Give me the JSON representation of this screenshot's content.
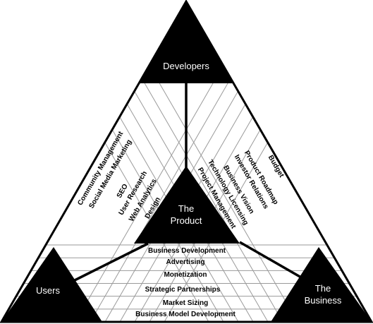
{
  "nodes": {
    "developers": "Developers",
    "users": "Users",
    "business_line1": "The",
    "business_line2": "Business",
    "product_line1": "The",
    "product_line2": "Product"
  },
  "left_band": [
    "Community Management",
    "Social Media Marketing",
    "SEO",
    "User Research",
    "Web Analytics",
    "Design"
  ],
  "right_band": [
    "Budget",
    "Product Roadmap",
    "Investor Relations",
    "Business Vision",
    "Technology Licensing",
    "Project Management"
  ],
  "bottom_band": [
    "Business Development",
    "Advertising",
    "Monetization",
    "Strategic Partnerships",
    "Market Sizing",
    "Business Model Development"
  ],
  "colors": {
    "stroke": "#000000",
    "grid": "#9a9a9a",
    "fill": "#000000",
    "background": "#ffffff"
  }
}
